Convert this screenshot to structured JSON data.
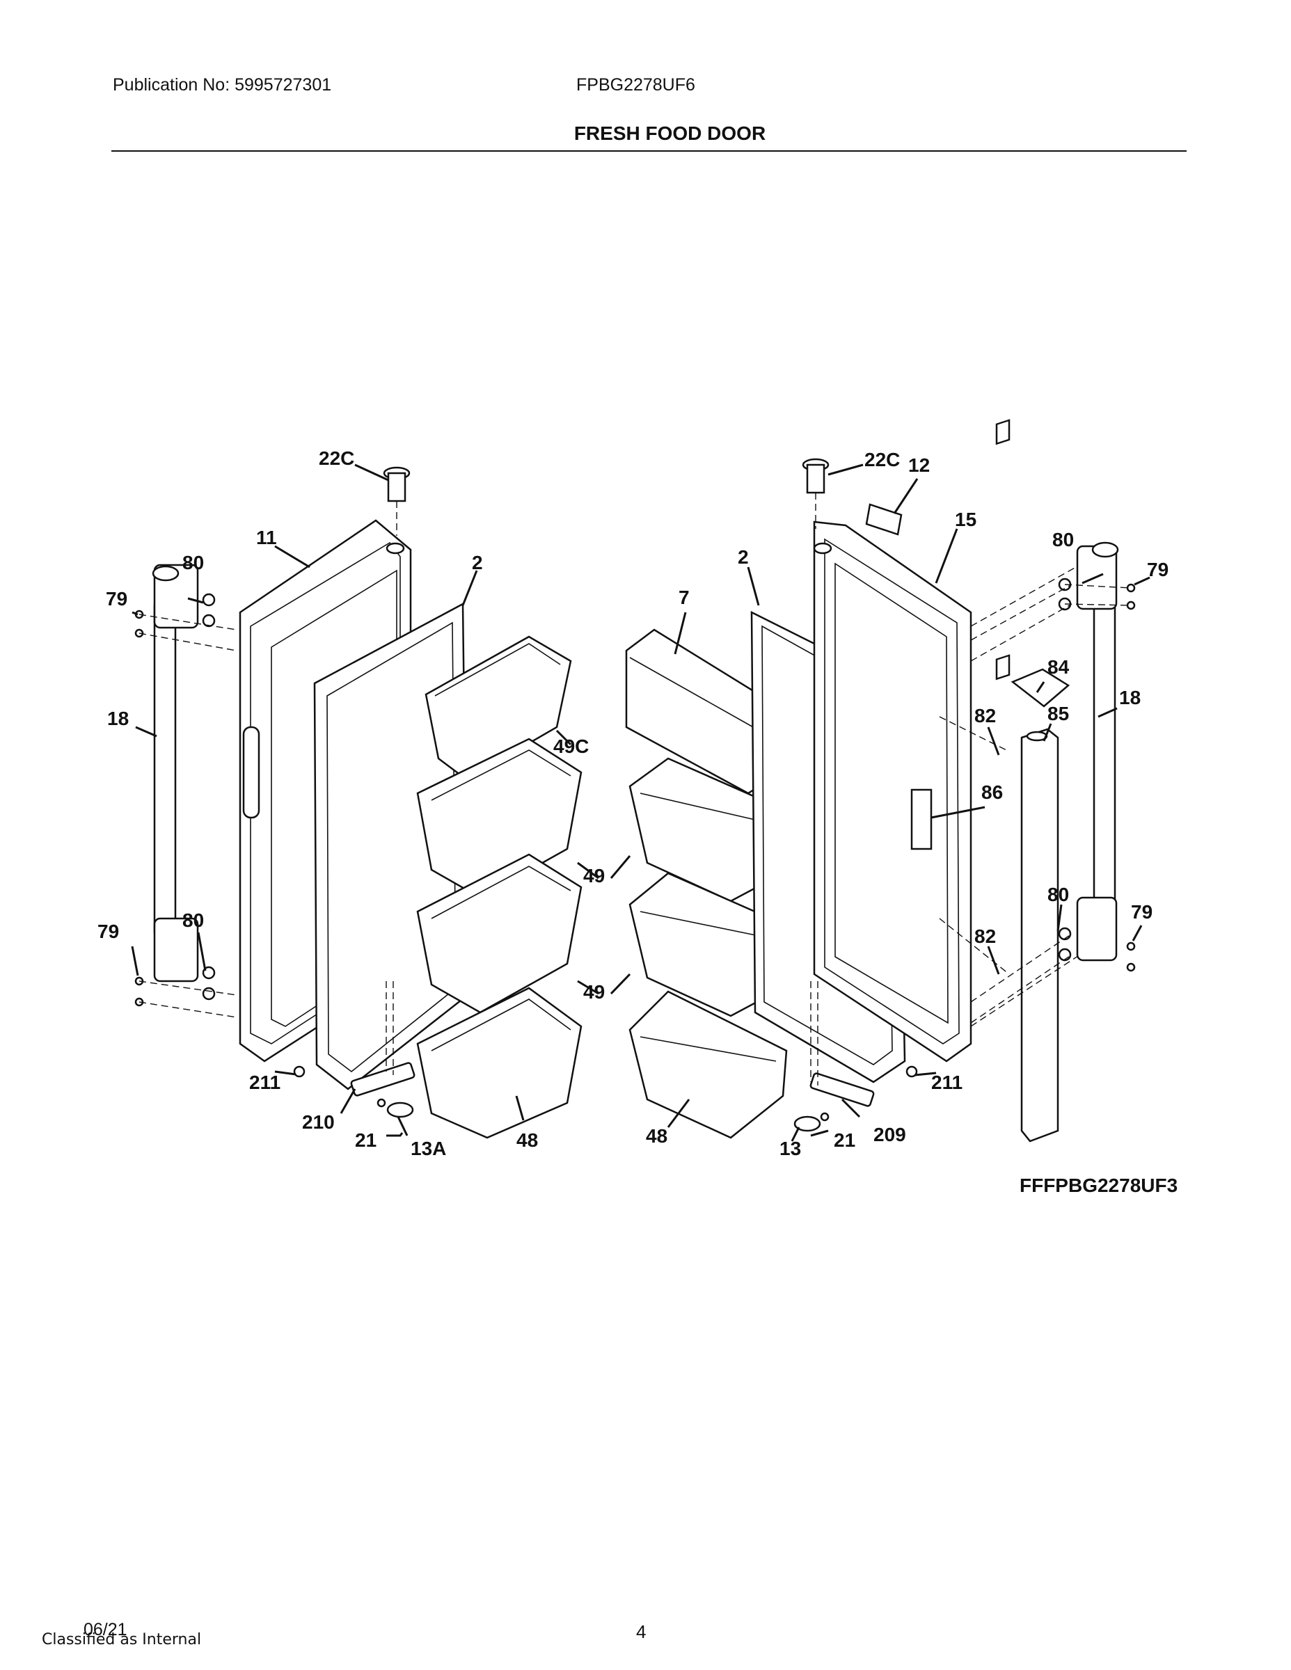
{
  "header": {
    "publication": "Publication No: 5995727301",
    "model": "FPBG2278UF6",
    "section_title": "FRESH FOOD DOOR"
  },
  "callouts": {
    "c22c_left": "22C",
    "c22c_right": "22C",
    "c12": "12",
    "c11": "11",
    "c15": "15",
    "c2_left": "2",
    "c2_right": "2",
    "c7": "7",
    "c80_tl": "80",
    "c79_tl": "79",
    "c80_tr": "80",
    "c79_tr": "79",
    "c18_left": "18",
    "c18_right": "18",
    "c84": "84",
    "c82_top": "82",
    "c85": "85",
    "c49c": "49C",
    "c86": "86",
    "c49_a": "49",
    "c49_b": "49",
    "c79_bl": "79",
    "c80_bl": "80",
    "c80_br": "80",
    "c79_br": "79",
    "c82_bot": "82",
    "c211_left": "211",
    "c211_right": "211",
    "c210": "210",
    "c21_left": "21",
    "c13a": "13A",
    "c48_left": "48",
    "c48_right": "48",
    "c13": "13",
    "c21_right": "21",
    "c209": "209"
  },
  "figure_id": "FFFPBG2278UF3",
  "footer": {
    "date": "06/21",
    "classification": "Classified as Internal",
    "page": "4"
  }
}
